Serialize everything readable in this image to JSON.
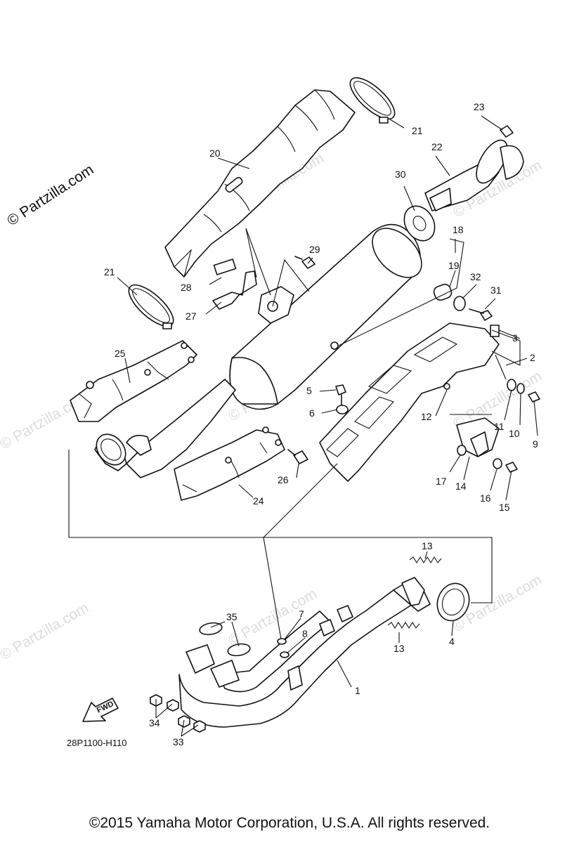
{
  "brand_watermark": "© Partzilla.com",
  "faint_watermark": "© Partzilla.com",
  "diagram_code": "28P1100-H110",
  "fwd_label": "FWD",
  "copyright": "©2015 Yamaha Motor Corporation, U.S.A. All rights reserved.",
  "callouts": {
    "n1": "1",
    "n2": "2",
    "n3": "3",
    "n4": "4",
    "n5": "5",
    "n6": "6",
    "n7": "7",
    "n8": "8",
    "n9": "9",
    "n10": "10",
    "n11": "11",
    "n12": "12",
    "n13a": "13",
    "n13b": "13",
    "n14": "14",
    "n15": "15",
    "n16": "16",
    "n17": "17",
    "n18": "18",
    "n19": "19",
    "n20": "20",
    "n21a": "21",
    "n21b": "21",
    "n22": "22",
    "n23": "23",
    "n24": "24",
    "n25": "25",
    "n26": "26",
    "n27": "27",
    "n28": "28",
    "n29": "29",
    "n30": "30",
    "n31": "31",
    "n32": "32",
    "n33": "33",
    "n34": "34",
    "n35": "35"
  }
}
